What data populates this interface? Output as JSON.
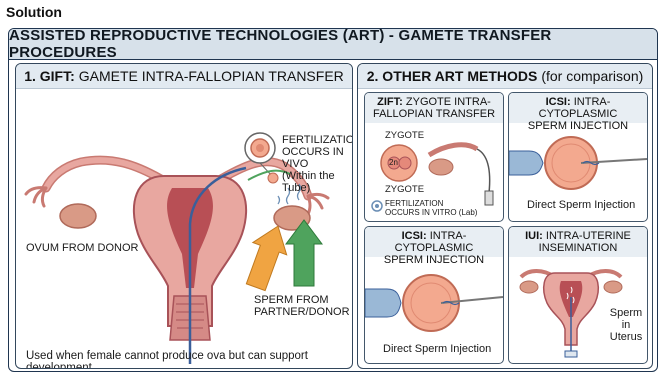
{
  "solution_label": "Solution",
  "title": "ASSISTED REPRODUCTIVE TECHNOLOGIES (ART) - GAMETE TRANSFER PROCEDURES",
  "gift": {
    "num": "1. GIFT:",
    "name": "GAMETE INTRA-FALLOPIAN TRANSFER",
    "fert_line1": "FERTILIZATION",
    "fert_line2": "OCCURS IN VIVO",
    "fert_line3": "(Within the Tube)",
    "ovum_label": "OVUM FROM DONOR",
    "sperm_line1": "SPERM FROM",
    "sperm_line2": "PARTNER/DONOR",
    "footnote": "Used when female cannot produce ova but can support development."
  },
  "other": {
    "heading_bold": "2. OTHER ART METHODS",
    "heading_rest": "(for comparison)",
    "zift": {
      "bold": "ZIFT:",
      "line1": "ZYGOTE INTRA-",
      "line2": "FALLOPIAN TRANSFER",
      "zygote_top": "ZYGOTE",
      "zygote_bottom": "ZYGOTE",
      "nucleus": "2n",
      "fert_line1": "FERTILIZATION",
      "fert_line2": "OCCURS IN VITRO (Lab)"
    },
    "icsi_top": {
      "bold": "ICSI:",
      "line1": "INTRA-CYTOPLASMIC",
      "line2": "SPERM INJECTION",
      "caption": "Direct Sperm Injection"
    },
    "icsi_bottom": {
      "bold": "ICSI:",
      "line1": "INTRA-CYTOPLASMIC",
      "line2": "SPERM INJECTION",
      "caption": "Direct Sperm Injection"
    },
    "iui": {
      "bold": "IUI:",
      "line1": "INTRA-UTERINE",
      "line2": "INSEMINATION",
      "caption_line1": "Sperm in",
      "caption_line2": "Uterus"
    }
  },
  "colors": {
    "banner": "#d7e1ea",
    "header": "#e2eaf1",
    "border": "#1f3550",
    "uterus": "#e8a7a0",
    "uterus_dark": "#b84f55",
    "ovary": "#d99a86",
    "egg": "#f3a98f",
    "arrow_orange": "#f0a442",
    "arrow_green": "#4fa35d",
    "catheter": "#3a5f9a"
  }
}
